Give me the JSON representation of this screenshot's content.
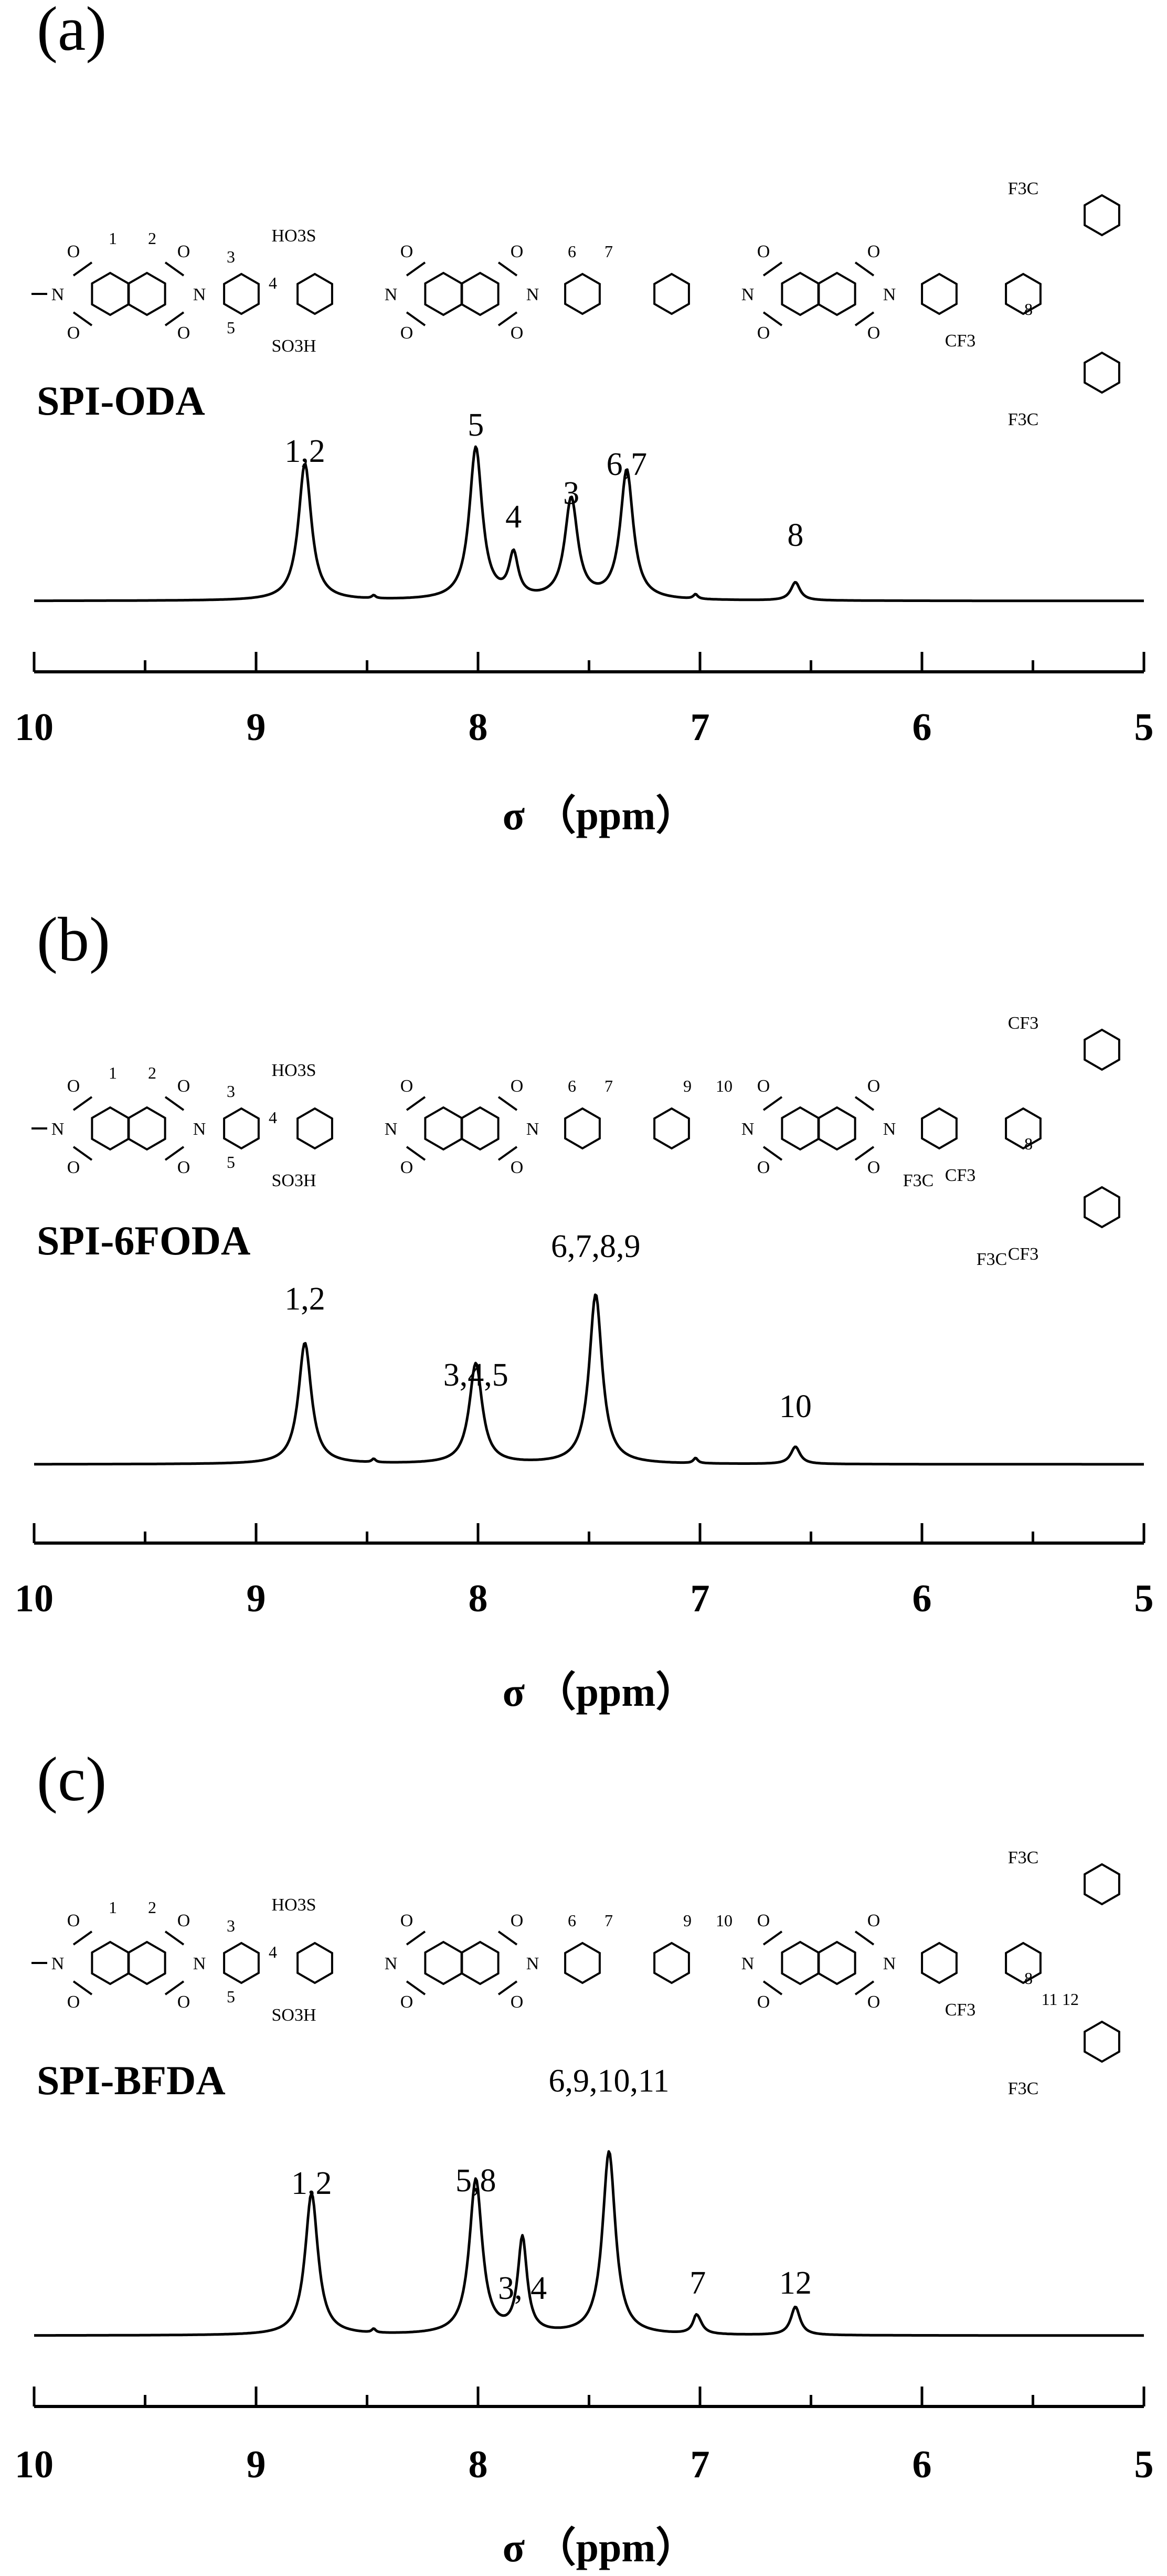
{
  "chart_data": [
    {
      "type": "line",
      "panel_label": "(a)",
      "sample": "SPI-ODA",
      "xlabel": "σ （ppm）",
      "xlim": [
        10,
        5
      ],
      "x_reversed": true,
      "xticks": [
        "10",
        "9",
        "8",
        "7",
        "6",
        "5"
      ],
      "grid": false,
      "structure_labels": {
        "atoms": [
          "1",
          "2",
          "3",
          "4",
          "5",
          "6",
          "7",
          "8"
        ],
        "groups": [
          "HO3S",
          "SO3H",
          "CF3",
          "F3C",
          "F3C"
        ]
      },
      "peaks": [
        {
          "x": 8.78,
          "height": 0.9,
          "label": "1,2"
        },
        {
          "x": 8.01,
          "height": 1.0,
          "label": "5"
        },
        {
          "x": 7.84,
          "height": 0.28,
          "label": "4"
        },
        {
          "x": 7.58,
          "height": 0.66,
          "label": "3"
        },
        {
          "x": 7.33,
          "height": 0.85,
          "label": "6,7"
        },
        {
          "x": 6.57,
          "height": 0.12,
          "label": "8"
        }
      ]
    },
    {
      "type": "line",
      "panel_label": "(b)",
      "sample": "SPI-6FODA",
      "xlabel": "σ （ppm）",
      "xlim": [
        10,
        5
      ],
      "x_reversed": true,
      "xticks": [
        "10",
        "9",
        "8",
        "7",
        "6",
        "5"
      ],
      "grid": false,
      "structure_labels": {
        "atoms": [
          "1",
          "2",
          "3",
          "4",
          "5",
          "6",
          "7",
          "8",
          "9",
          "10"
        ],
        "groups": [
          "HO3S",
          "SO3H",
          "CF3",
          "CF3",
          "CF3",
          "F3C",
          "F3C"
        ]
      },
      "peaks": [
        {
          "x": 8.78,
          "height": 0.7,
          "label": "1,2"
        },
        {
          "x": 8.01,
          "height": 0.58,
          "label": "3,4,5"
        },
        {
          "x": 7.47,
          "height": 0.98,
          "label": "6,7,8,9"
        },
        {
          "x": 6.57,
          "height": 0.1,
          "label": "10"
        }
      ]
    },
    {
      "type": "line",
      "panel_label": "(c)",
      "sample": "SPI-BFDA",
      "xlabel": "σ （ppm）",
      "xlim": [
        10,
        5
      ],
      "x_reversed": true,
      "xticks": [
        "10",
        "9",
        "8",
        "7",
        "6",
        "5"
      ],
      "grid": false,
      "structure_labels": {
        "atoms": [
          "1",
          "2",
          "3",
          "4",
          "5",
          "6",
          "7",
          "8",
          "9",
          "10",
          "11",
          "12"
        ],
        "groups": [
          "HO3S",
          "SO3H",
          "CF3",
          "F3C",
          "F3C"
        ]
      },
      "peaks": [
        {
          "x": 8.75,
          "height": 0.75,
          "label": "1,2"
        },
        {
          "x": 8.01,
          "height": 0.82,
          "label": "5,8"
        },
        {
          "x": 7.8,
          "height": 0.5,
          "label": "3, 4"
        },
        {
          "x": 7.41,
          "height": 0.97,
          "label": "6,9,10,11"
        },
        {
          "x": 7.01,
          "height": 0.08,
          "label": "7"
        },
        {
          "x": 6.57,
          "height": 0.15,
          "label": "12"
        }
      ]
    }
  ]
}
